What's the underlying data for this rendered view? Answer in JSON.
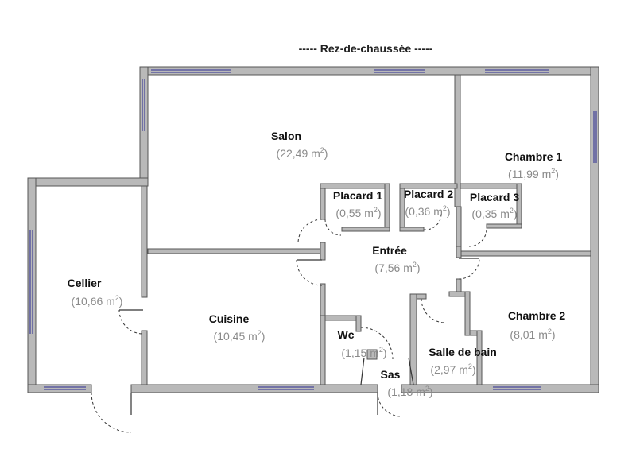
{
  "plan": {
    "title": "----- Rez-de-chaussée -----",
    "rooms": [
      {
        "name": "Salon",
        "area": "(22,49 m",
        "sup": "2",
        "close": ")"
      },
      {
        "name": "Chambre 1",
        "area": "(11,99 m",
        "sup": "2",
        "close": ")"
      },
      {
        "name": "Placard 1",
        "area": "(0,55 m",
        "sup": "2",
        "close": ")"
      },
      {
        "name": "Placard 2",
        "area": "(0,36 m",
        "sup": "2",
        "close": ")"
      },
      {
        "name": "Placard 3",
        "area": "(0,35 m",
        "sup": "2",
        "close": ")"
      },
      {
        "name": "Entrée",
        "area": "(7,56 m",
        "sup": "2",
        "close": ")"
      },
      {
        "name": "Cellier",
        "area": "(10,66 m",
        "sup": "2",
        "close": ")"
      },
      {
        "name": "Cuisine",
        "area": "(10,45 m",
        "sup": "2",
        "close": ")"
      },
      {
        "name": "Chambre 2",
        "area": "(8,01 m",
        "sup": "2",
        "close": ")"
      },
      {
        "name": "Wc",
        "area": "(1,15 m",
        "sup": "2",
        "close": ")"
      },
      {
        "name": "Salle de bain",
        "area": "(2,97 m",
        "sup": "2",
        "close": ")"
      },
      {
        "name": "Sas",
        "area": "(1,18 m",
        "sup": "2",
        "close": ")"
      }
    ]
  }
}
